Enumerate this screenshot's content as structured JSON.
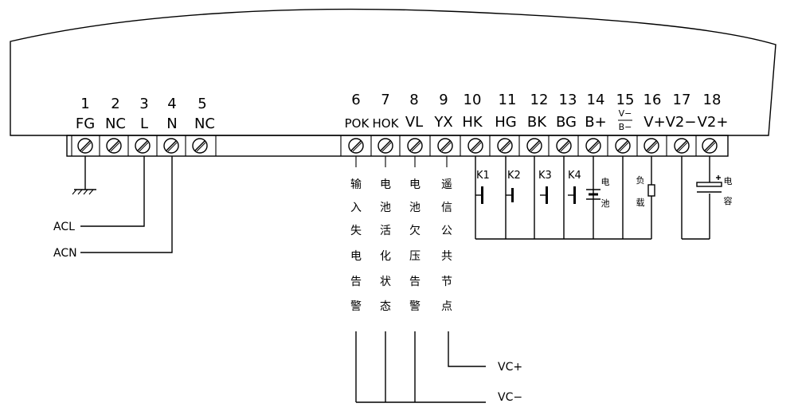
{
  "terminals": [
    {
      "num": "1",
      "label": "FG"
    },
    {
      "num": "2",
      "label": "NC"
    },
    {
      "num": "3",
      "label": "L"
    },
    {
      "num": "4",
      "label": "N"
    },
    {
      "num": "5",
      "label": "NC"
    },
    {
      "num": "6",
      "label": "POK"
    },
    {
      "num": "7",
      "label": "HOK"
    },
    {
      "num": "8",
      "label": "VL"
    },
    {
      "num": "9",
      "label": "YX"
    },
    {
      "num": "10",
      "label": "HK"
    },
    {
      "num": "11",
      "label": "HG"
    },
    {
      "num": "12",
      "label": "BK"
    },
    {
      "num": "13",
      "label": "BG"
    },
    {
      "num": "14",
      "label": "B+"
    },
    {
      "num": "15",
      "label_top": "V−",
      "label_bottom": "B−"
    },
    {
      "num": "16",
      "label": "V+"
    },
    {
      "num": "17",
      "label": "V2−"
    },
    {
      "num": "18",
      "label": "V2+"
    }
  ],
  "left_signals": {
    "acl": "ACL",
    "acn": "ACN"
  },
  "vertical_notes": {
    "input_loss_alarm": [
      "输",
      "入",
      "失",
      "电",
      "告",
      "警"
    ],
    "battery_activation": [
      "电",
      "池",
      "活",
      "化",
      "状",
      "态"
    ],
    "battery_undervoltage": [
      "电",
      "池",
      "欠",
      "压",
      "告",
      "警"
    ],
    "remote_common": [
      "遥",
      "信",
      "公",
      "共",
      "节",
      "点"
    ]
  },
  "switches": [
    "K1",
    "K2",
    "K3",
    "K4"
  ],
  "battery_label": [
    "电",
    "池"
  ],
  "load_label": [
    "负",
    "载"
  ],
  "capacitor_label": [
    "电",
    "容"
  ],
  "bottom_signals": {
    "vc_plus": "VC+",
    "vc_minus": "VC−"
  }
}
